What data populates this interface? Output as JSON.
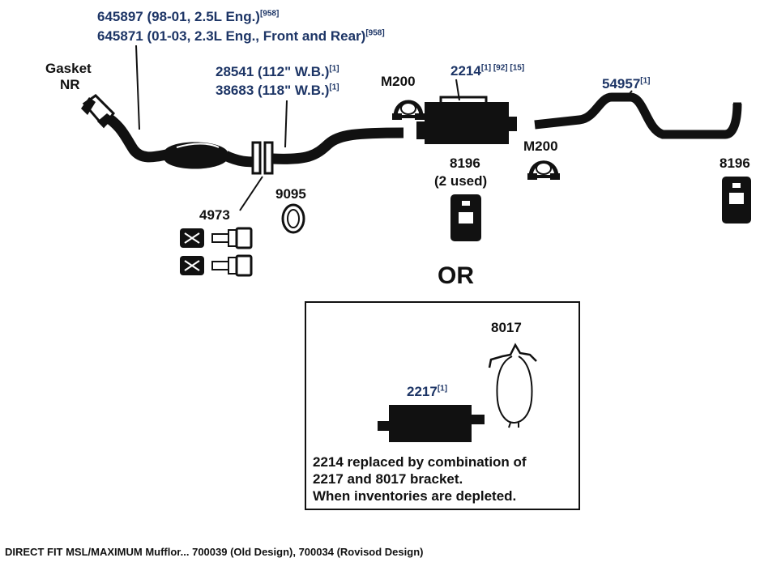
{
  "parts": {
    "front_pipe_1": {
      "text": "645897 (98-01, 2.5L Eng.)",
      "note": "[958]"
    },
    "front_pipe_2": {
      "text": "645871 (01-03, 2.3L Eng., Front and Rear)",
      "note": "[958]"
    },
    "gasket_line1": "Gasket",
    "gasket_line2": "NR",
    "inter_pipe_1": {
      "text": "28541 (112\" W.B.)",
      "note": "[1]"
    },
    "inter_pipe_2": {
      "text": "38683 (118\" W.B.)",
      "note": "[1]"
    },
    "clamp_left": "M200",
    "muffler": {
      "text": "2214",
      "notes": "[1] [92] [15]"
    },
    "tailpipe": {
      "text": "54957",
      "note": "[1]"
    },
    "hanger_mid_1": "8196",
    "hanger_mid_2": "(2 used)",
    "clamp_right": "M200",
    "hanger_right": "8196",
    "bolt_kit": "4973",
    "flange_gasket": "9095"
  },
  "or_label": "OR",
  "alternative": {
    "bracket": "8017",
    "muffler": {
      "text": "2217",
      "note": "[1]"
    },
    "note_line1": "2214 replaced by combination of",
    "note_line2": "2217 and 8017 bracket.",
    "note_line3": "When inventories are depleted."
  },
  "caption": "DIRECT FIT MSL/MAXIMUM Mufflor... 700039 (Old Design), 700034 (Rovisod Design)",
  "colors": {
    "label_navy": "#1d3566",
    "part_black": "#111111"
  }
}
